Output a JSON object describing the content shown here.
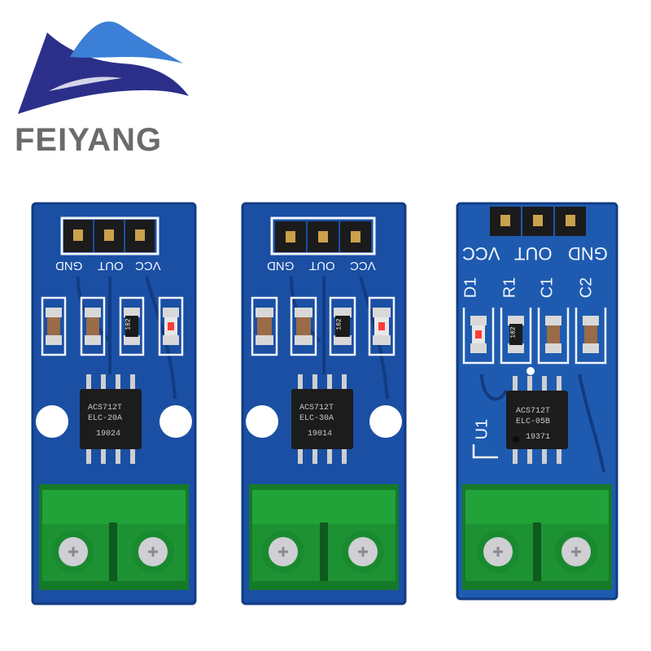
{
  "brand": {
    "name": "FEIYANG",
    "colors": {
      "dark": "#2b2f8a",
      "light": "#3b7fd6",
      "text": "#6b6b6b"
    }
  },
  "colors": {
    "pcb": "#1a4fa3",
    "pcb_dark": "#123b82",
    "terminal": "#22a33a",
    "terminal_dark": "#157a28"
  },
  "boards": [
    {
      "pins": [
        "GND",
        "OUT",
        "VCC"
      ],
      "components": [],
      "resistor_code": "102",
      "chip": {
        "line1": "ACS712T",
        "line2": "ELC-20A",
        "line3": "19024"
      }
    },
    {
      "pins": [
        "GND",
        "OUT",
        "VCC"
      ],
      "components": [],
      "resistor_code": "102",
      "chip": {
        "line1": "ACS712T",
        "line2": "ELC-30A",
        "line3": "19014"
      }
    },
    {
      "pins": [
        "VCC",
        "OUT",
        "GND"
      ],
      "components": [
        "D1",
        "R1",
        "C1",
        "C2"
      ],
      "resistor_code": "102",
      "chip_label": "U1",
      "chip": {
        "line1": "ACS712T",
        "line2": "ELC-05B",
        "line3": "19371"
      }
    }
  ]
}
